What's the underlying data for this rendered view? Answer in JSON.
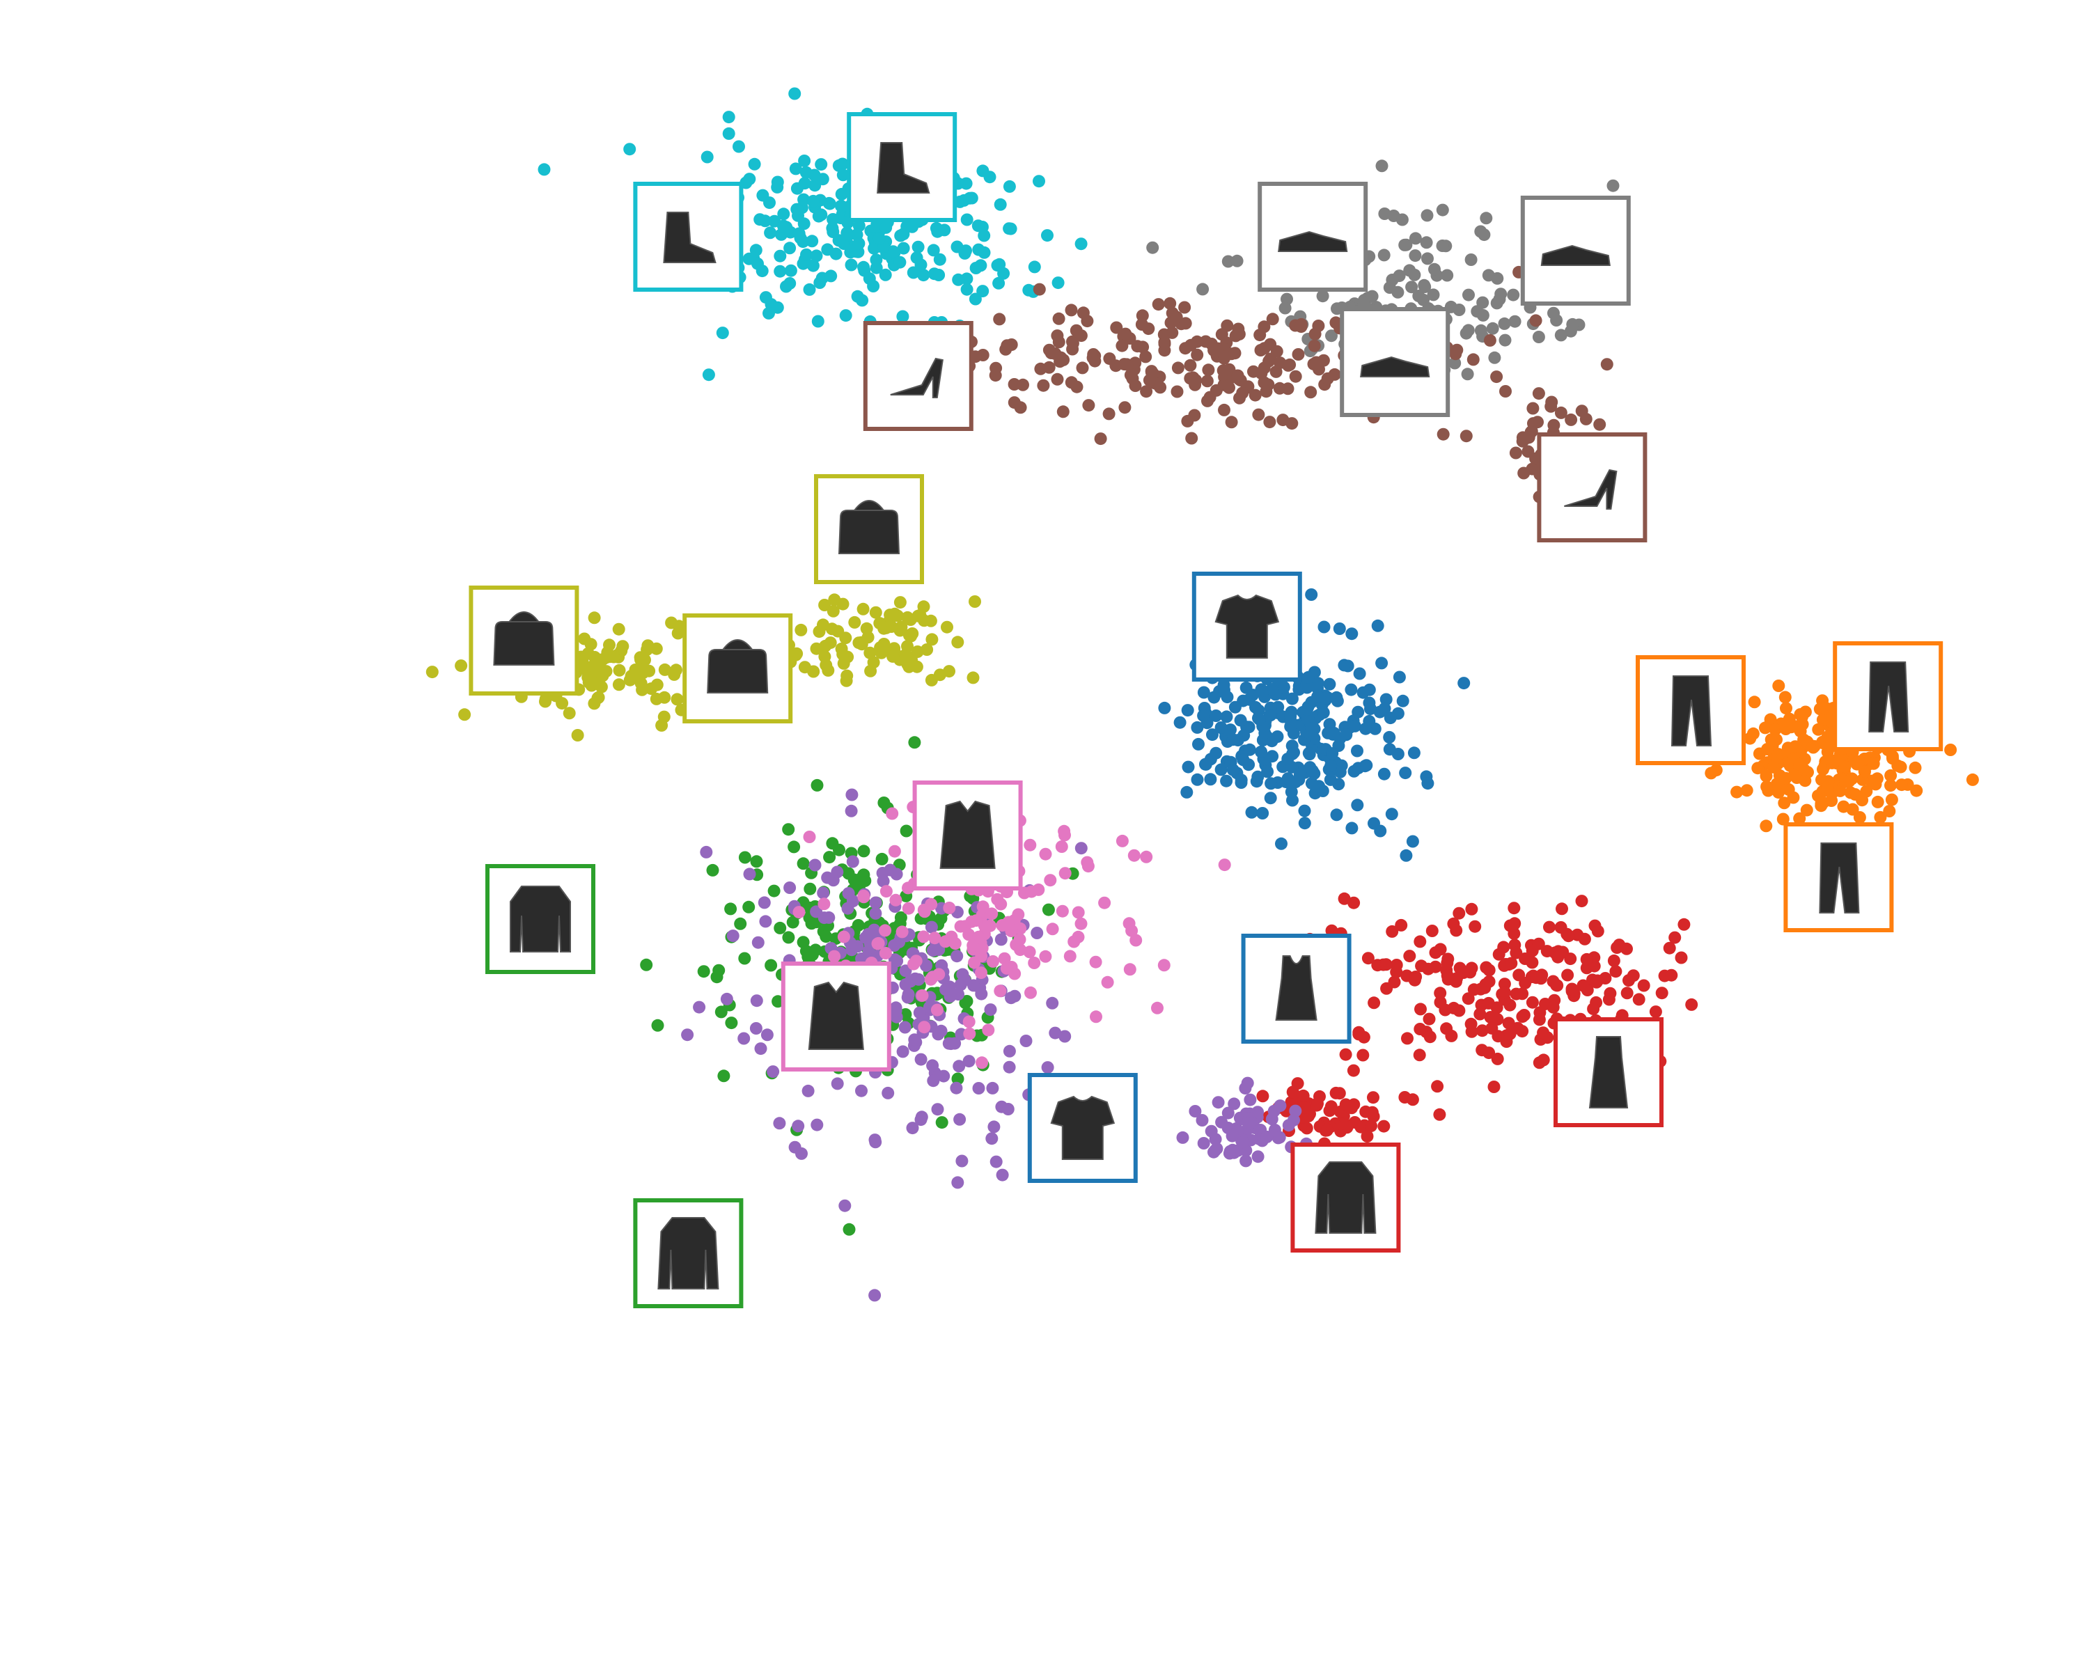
{
  "chart_data": {
    "type": "scatter",
    "axes_visible": false,
    "grid": false,
    "legend": "none",
    "thumbnail_marker": "square-frame",
    "classes": [
      {
        "id": 0,
        "color": "#1f77b4",
        "color_name": "blue"
      },
      {
        "id": 1,
        "color": "#ff7f0e",
        "color_name": "orange"
      },
      {
        "id": 2,
        "color": "#2ca02c",
        "color_name": "green"
      },
      {
        "id": 3,
        "color": "#d62728",
        "color_name": "red"
      },
      {
        "id": 4,
        "color": "#9467bd",
        "color_name": "purple"
      },
      {
        "id": 5,
        "color": "#8c564b",
        "color_name": "brown"
      },
      {
        "id": 6,
        "color": "#e377c2",
        "color_name": "pink"
      },
      {
        "id": 7,
        "color": "#7f7f7f",
        "color_name": "gray"
      },
      {
        "id": 8,
        "color": "#bcbd22",
        "color_name": "olive"
      },
      {
        "id": 9,
        "color": "#17becf",
        "color_name": "cyan"
      }
    ],
    "clusters": [
      {
        "class": 9,
        "x": 30,
        "y": 88,
        "spread": [
          9,
          6
        ],
        "count": 260
      },
      {
        "class": 7,
        "x": 63,
        "y": 84,
        "spread": [
          9,
          5
        ],
        "count": 150
      },
      {
        "class": 5,
        "x": 50,
        "y": 79,
        "spread": [
          16,
          4
        ],
        "count": 230
      },
      {
        "class": 5,
        "x": 71,
        "y": 73,
        "spread": [
          2,
          3
        ],
        "count": 40
      },
      {
        "class": 8,
        "x": 13,
        "y": 57,
        "spread": [
          6,
          3
        ],
        "count": 120
      },
      {
        "class": 8,
        "x": 31,
        "y": 59,
        "spread": [
          4,
          3
        ],
        "count": 90
      },
      {
        "class": 0,
        "x": 56,
        "y": 53,
        "spread": [
          6,
          6
        ],
        "count": 260
      },
      {
        "class": 1,
        "x": 88,
        "y": 51,
        "spread": [
          5,
          4
        ],
        "count": 220
      },
      {
        "class": 2,
        "x": 30,
        "y": 37,
        "spread": [
          8,
          9
        ],
        "count": 240
      },
      {
        "class": 4,
        "x": 32,
        "y": 34,
        "spread": [
          8,
          10
        ],
        "count": 240
      },
      {
        "class": 6,
        "x": 37,
        "y": 39,
        "spread": [
          8,
          7
        ],
        "count": 140
      },
      {
        "class": 3,
        "x": 69,
        "y": 34,
        "spread": [
          10,
          5
        ],
        "count": 220
      },
      {
        "class": 3,
        "x": 58,
        "y": 25,
        "spread": [
          4,
          2
        ],
        "count": 60
      },
      {
        "class": 4,
        "x": 53,
        "y": 24,
        "spread": [
          3,
          2
        ],
        "count": 60
      }
    ],
    "thumbnails": [
      {
        "class": 9,
        "item": "boot",
        "x": 32,
        "y": 93
      },
      {
        "class": 9,
        "item": "boot",
        "x": 19,
        "y": 88
      },
      {
        "class": 7,
        "item": "sneaker",
        "x": 57,
        "y": 88
      },
      {
        "class": 7,
        "item": "sneaker",
        "x": 73,
        "y": 87
      },
      {
        "class": 7,
        "item": "sneaker",
        "x": 62,
        "y": 79
      },
      {
        "class": 5,
        "item": "sandal",
        "x": 33,
        "y": 78
      },
      {
        "class": 5,
        "item": "sandal",
        "x": 74,
        "y": 70
      },
      {
        "class": 8,
        "item": "bag",
        "x": 30,
        "y": 67
      },
      {
        "class": 8,
        "item": "bag",
        "x": 9,
        "y": 59
      },
      {
        "class": 8,
        "item": "bag",
        "x": 22,
        "y": 57
      },
      {
        "class": 0,
        "item": "tshirt",
        "x": 53,
        "y": 60
      },
      {
        "class": 1,
        "item": "trouser",
        "x": 80,
        "y": 54
      },
      {
        "class": 1,
        "item": "trouser",
        "x": 92,
        "y": 55
      },
      {
        "class": 1,
        "item": "trouser",
        "x": 89,
        "y": 42
      },
      {
        "class": 6,
        "item": "shirt",
        "x": 36,
        "y": 45
      },
      {
        "class": 2,
        "item": "pullover",
        "x": 10,
        "y": 39
      },
      {
        "class": 6,
        "item": "shirt",
        "x": 28,
        "y": 32
      },
      {
        "class": 0,
        "item": "tanktop",
        "x": 56,
        "y": 34
      },
      {
        "class": 3,
        "item": "dress",
        "x": 75,
        "y": 28
      },
      {
        "class": 0,
        "item": "tshirt",
        "x": 43,
        "y": 24
      },
      {
        "class": 3,
        "item": "coat",
        "x": 59,
        "y": 19
      },
      {
        "class": 2,
        "item": "coat",
        "x": 19,
        "y": 15
      }
    ],
    "xlim": [
      0,
      100
    ],
    "ylim": [
      0,
      100
    ]
  }
}
